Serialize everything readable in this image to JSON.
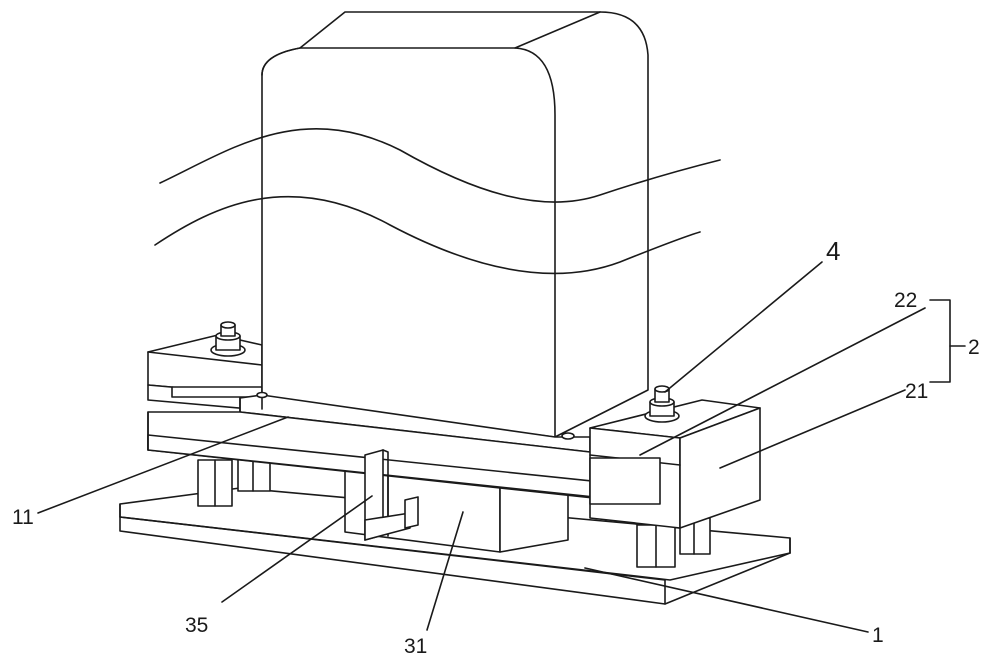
{
  "labels": {
    "l4": "4",
    "l22": "22",
    "l2": "2",
    "l21": "21",
    "l11": "11",
    "l35": "35",
    "l31": "31",
    "l1": "1"
  }
}
